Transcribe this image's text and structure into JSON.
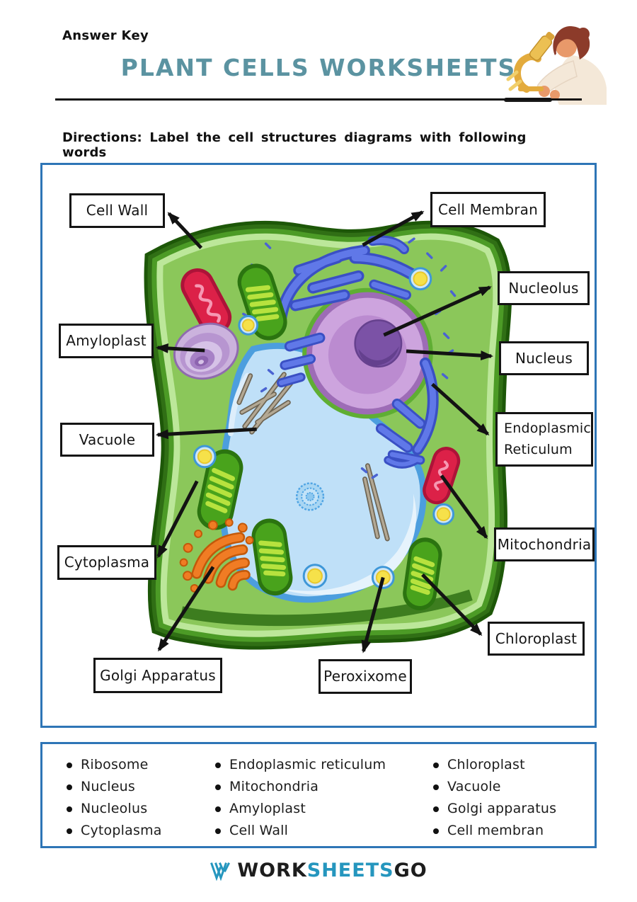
{
  "header": {
    "answer_key": "Answer Key",
    "title": "PLANT CELLS WORKSHEETS",
    "directions": "Directions: Label the cell structures diagrams with following words"
  },
  "diagram": {
    "labels": [
      {
        "id": "cell-wall",
        "text": "Cell Wall"
      },
      {
        "id": "cell-membran",
        "text": "Cell Membran"
      },
      {
        "id": "nucleolus",
        "text": "Nucleolus"
      },
      {
        "id": "amyloplast",
        "text": "Amyloplast"
      },
      {
        "id": "nucleus",
        "text": "Nucleus"
      },
      {
        "id": "endoplasmic-reticulum",
        "text": "Endoplasmic Reticulum"
      },
      {
        "id": "vacuole",
        "text": "Vacuole"
      },
      {
        "id": "mitochondria",
        "text": "Mitochondria"
      },
      {
        "id": "cytoplasma",
        "text": "Cytoplasma"
      },
      {
        "id": "chloroplast",
        "text": "Chloroplast"
      },
      {
        "id": "golgi-apparatus",
        "text": "Golgi Apparatus"
      },
      {
        "id": "peroxixome",
        "text": "Peroxixome"
      }
    ]
  },
  "word_bank": {
    "columns": [
      {
        "items": [
          "Ribosome",
          "Nucleus",
          "Nucleolus",
          "Cytoplasma"
        ]
      },
      {
        "items": [
          "Endoplasmic reticulum",
          "Mitochondria",
          "Amyloplast",
          "Cell Wall"
        ]
      },
      {
        "items": [
          "Chloroplast",
          "Vacuole",
          "Golgi apparatus",
          "Cell membran"
        ]
      }
    ]
  },
  "footer": {
    "logo": {
      "icon": "w-logo-icon",
      "part1": "WORK",
      "part2": "SHEETS",
      "part3": "GO"
    }
  },
  "colors": {
    "title_teal": "#5b93a1",
    "box_border_blue": "#2e75b6",
    "logo_teal": "#2596be",
    "cell_wall_green": "#306f15",
    "cytoplasm_green": "#8bc75a",
    "vacuole_blue": "#bfe0f8",
    "nucleus_purple": "#cda4de",
    "nucleolus_purple": "#7b52a6",
    "er_blue": "#6078e8",
    "mitochondria_red": "#dc2148",
    "golgi_orange": "#f07c24",
    "peroxisome_yellow": "#f6e14a"
  }
}
